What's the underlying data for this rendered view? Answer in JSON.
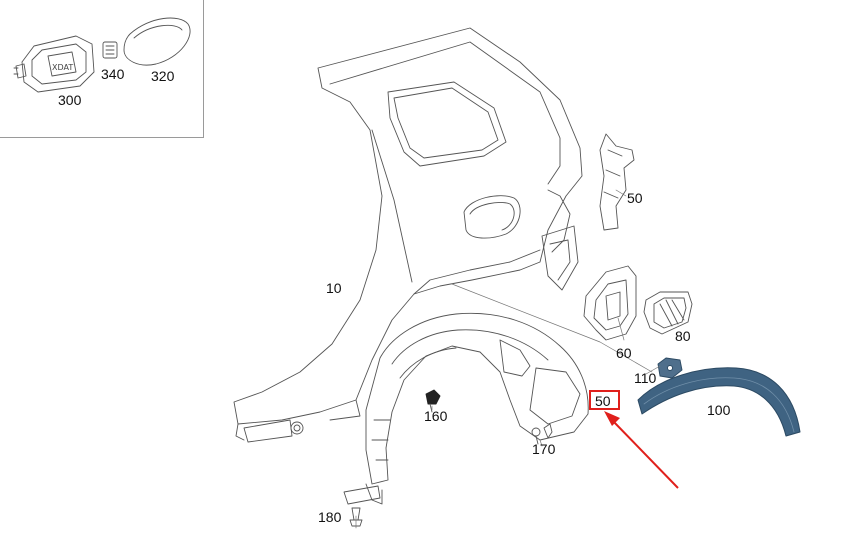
{
  "callouts": {
    "p300": "300",
    "p340": "340",
    "p320": "320",
    "p10": "10",
    "p50_top": "50",
    "p60": "60",
    "p80": "80",
    "p110": "110",
    "p100": "100",
    "p50_highlight": "50",
    "p160": "160",
    "p170": "170",
    "p180": "180"
  },
  "colors": {
    "line": "#555555",
    "part_fill": "#3f6382",
    "part_edge": "#2c4a63",
    "highlight": "#e0201c",
    "inset_border": "#9a9a9a"
  }
}
